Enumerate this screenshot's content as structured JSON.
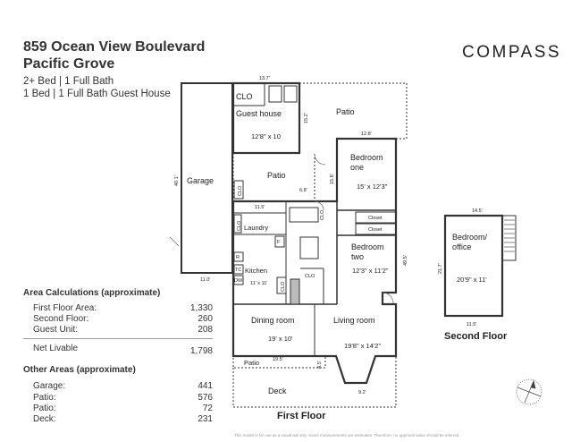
{
  "header": {
    "address_line1": "859 Ocean View Boulevard",
    "address_line2": "Pacific Grove",
    "summary_line1": "2+ Bed | 1 Full Bath",
    "summary_line2": "1 Bed | 1 Full Bath Guest House"
  },
  "brand": {
    "name": "COMPASS",
    "color": "#222222"
  },
  "area_calculations": {
    "heading": "Area Calculations (approximate)",
    "rows": [
      {
        "label": "First Floor Area:",
        "value": "1,330"
      },
      {
        "label": "Second Floor:",
        "value": "260"
      },
      {
        "label": "Guest Unit:",
        "value": "208"
      }
    ],
    "total": {
      "label": "Net Livable",
      "value": "1,798"
    }
  },
  "other_areas": {
    "heading": "Other Areas (approximate)",
    "rows": [
      {
        "label": "Garage:",
        "value": "441"
      },
      {
        "label": "Patio:",
        "value": "576"
      },
      {
        "label": "Patio:",
        "value": "72"
      },
      {
        "label": "Deck:",
        "value": "231"
      }
    ]
  },
  "first_floor": {
    "label": "First Floor",
    "rooms": {
      "garage": "Garage",
      "guest_house": "Guest house",
      "guest_house_dims": "12'8\" x 10",
      "clo_guest": "CLO",
      "patio_top": "Patio",
      "patio_mid": "Patio",
      "bedroom_one_a": "Bedroom",
      "bedroom_one_b": "one",
      "bedroom_one_dims": "15' x 12'3\"",
      "closet1": "Closet",
      "closet2": "Closet",
      "bedroom_two_a": "Bedroom",
      "bedroom_two_b": "two",
      "bedroom_two_dims": "12'3\" x 11'2\"",
      "laundry": "Laundry",
      "kitchen": "Kitchen",
      "kitchen_dims": "11' x 11'",
      "clo_hall": "CLO",
      "clo_small1": "CLO",
      "clo_small2": "CLO",
      "clo_small3": "CLO",
      "clo_small4": "CLO",
      "f_mark": "F",
      "r_mark": "R",
      "dw_mark": "DW",
      "tc_mark": "TC",
      "dining": "Dining room",
      "dining_dims": "19' x 10'",
      "living": "Living room",
      "living_dims": "19'8\" x 14'2\"",
      "patio_bottom": "Patio",
      "deck": "Deck"
    },
    "dimensions": {
      "top_guest": "13.7'",
      "guest_side": "15.2'",
      "bed_top": "12.8'",
      "garage_side": "40.1'",
      "garage_bottom": "11.0'",
      "patio_width": "6.8'",
      "patio_side": "15.6'",
      "laundry_top": "11.5'",
      "right_side": "49.5'",
      "patio_bot_w": "19.5'",
      "patio_bot_h": "4.5'",
      "bay": "9.2'"
    }
  },
  "second_floor": {
    "label": "Second Floor",
    "room_a": "Bedroom/",
    "room_b": "office",
    "room_dims": "20'9\" x 11'",
    "dim_top": "14.5'",
    "dim_side": "21.7'",
    "dim_bottom": "11.5'"
  },
  "footer": {
    "disclaimer": "This model is for use as a visual aid only. Some measurements are estimates. Therefore, no approval value should be inferred."
  }
}
